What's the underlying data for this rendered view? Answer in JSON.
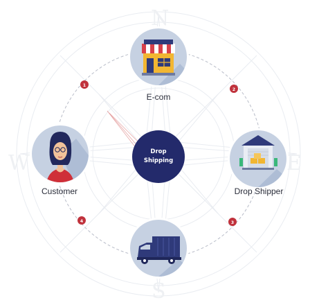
{
  "diagram": {
    "center": {
      "line1": "Drop",
      "line2": "Shipping"
    },
    "nodes": [
      {
        "id": "ecom",
        "label": "E-com",
        "icon": "storefront-icon"
      },
      {
        "id": "dropshipper",
        "label": "Drop Shipper",
        "icon": "warehouse-icon"
      },
      {
        "id": "truck",
        "label": "",
        "icon": "delivery-truck-icon"
      },
      {
        "id": "customer",
        "label": "Customer",
        "icon": "customer-avatar-icon"
      }
    ],
    "steps": [
      "1",
      "2",
      "3",
      "4"
    ],
    "compass": [
      "N",
      "E",
      "S",
      "W"
    ],
    "colors": {
      "center": "#232a6b",
      "node_bg": "#c6d1e2",
      "step_badge": "#c0323c",
      "orbit": "#b8bcc8",
      "compass": "#e9ecf1"
    }
  }
}
